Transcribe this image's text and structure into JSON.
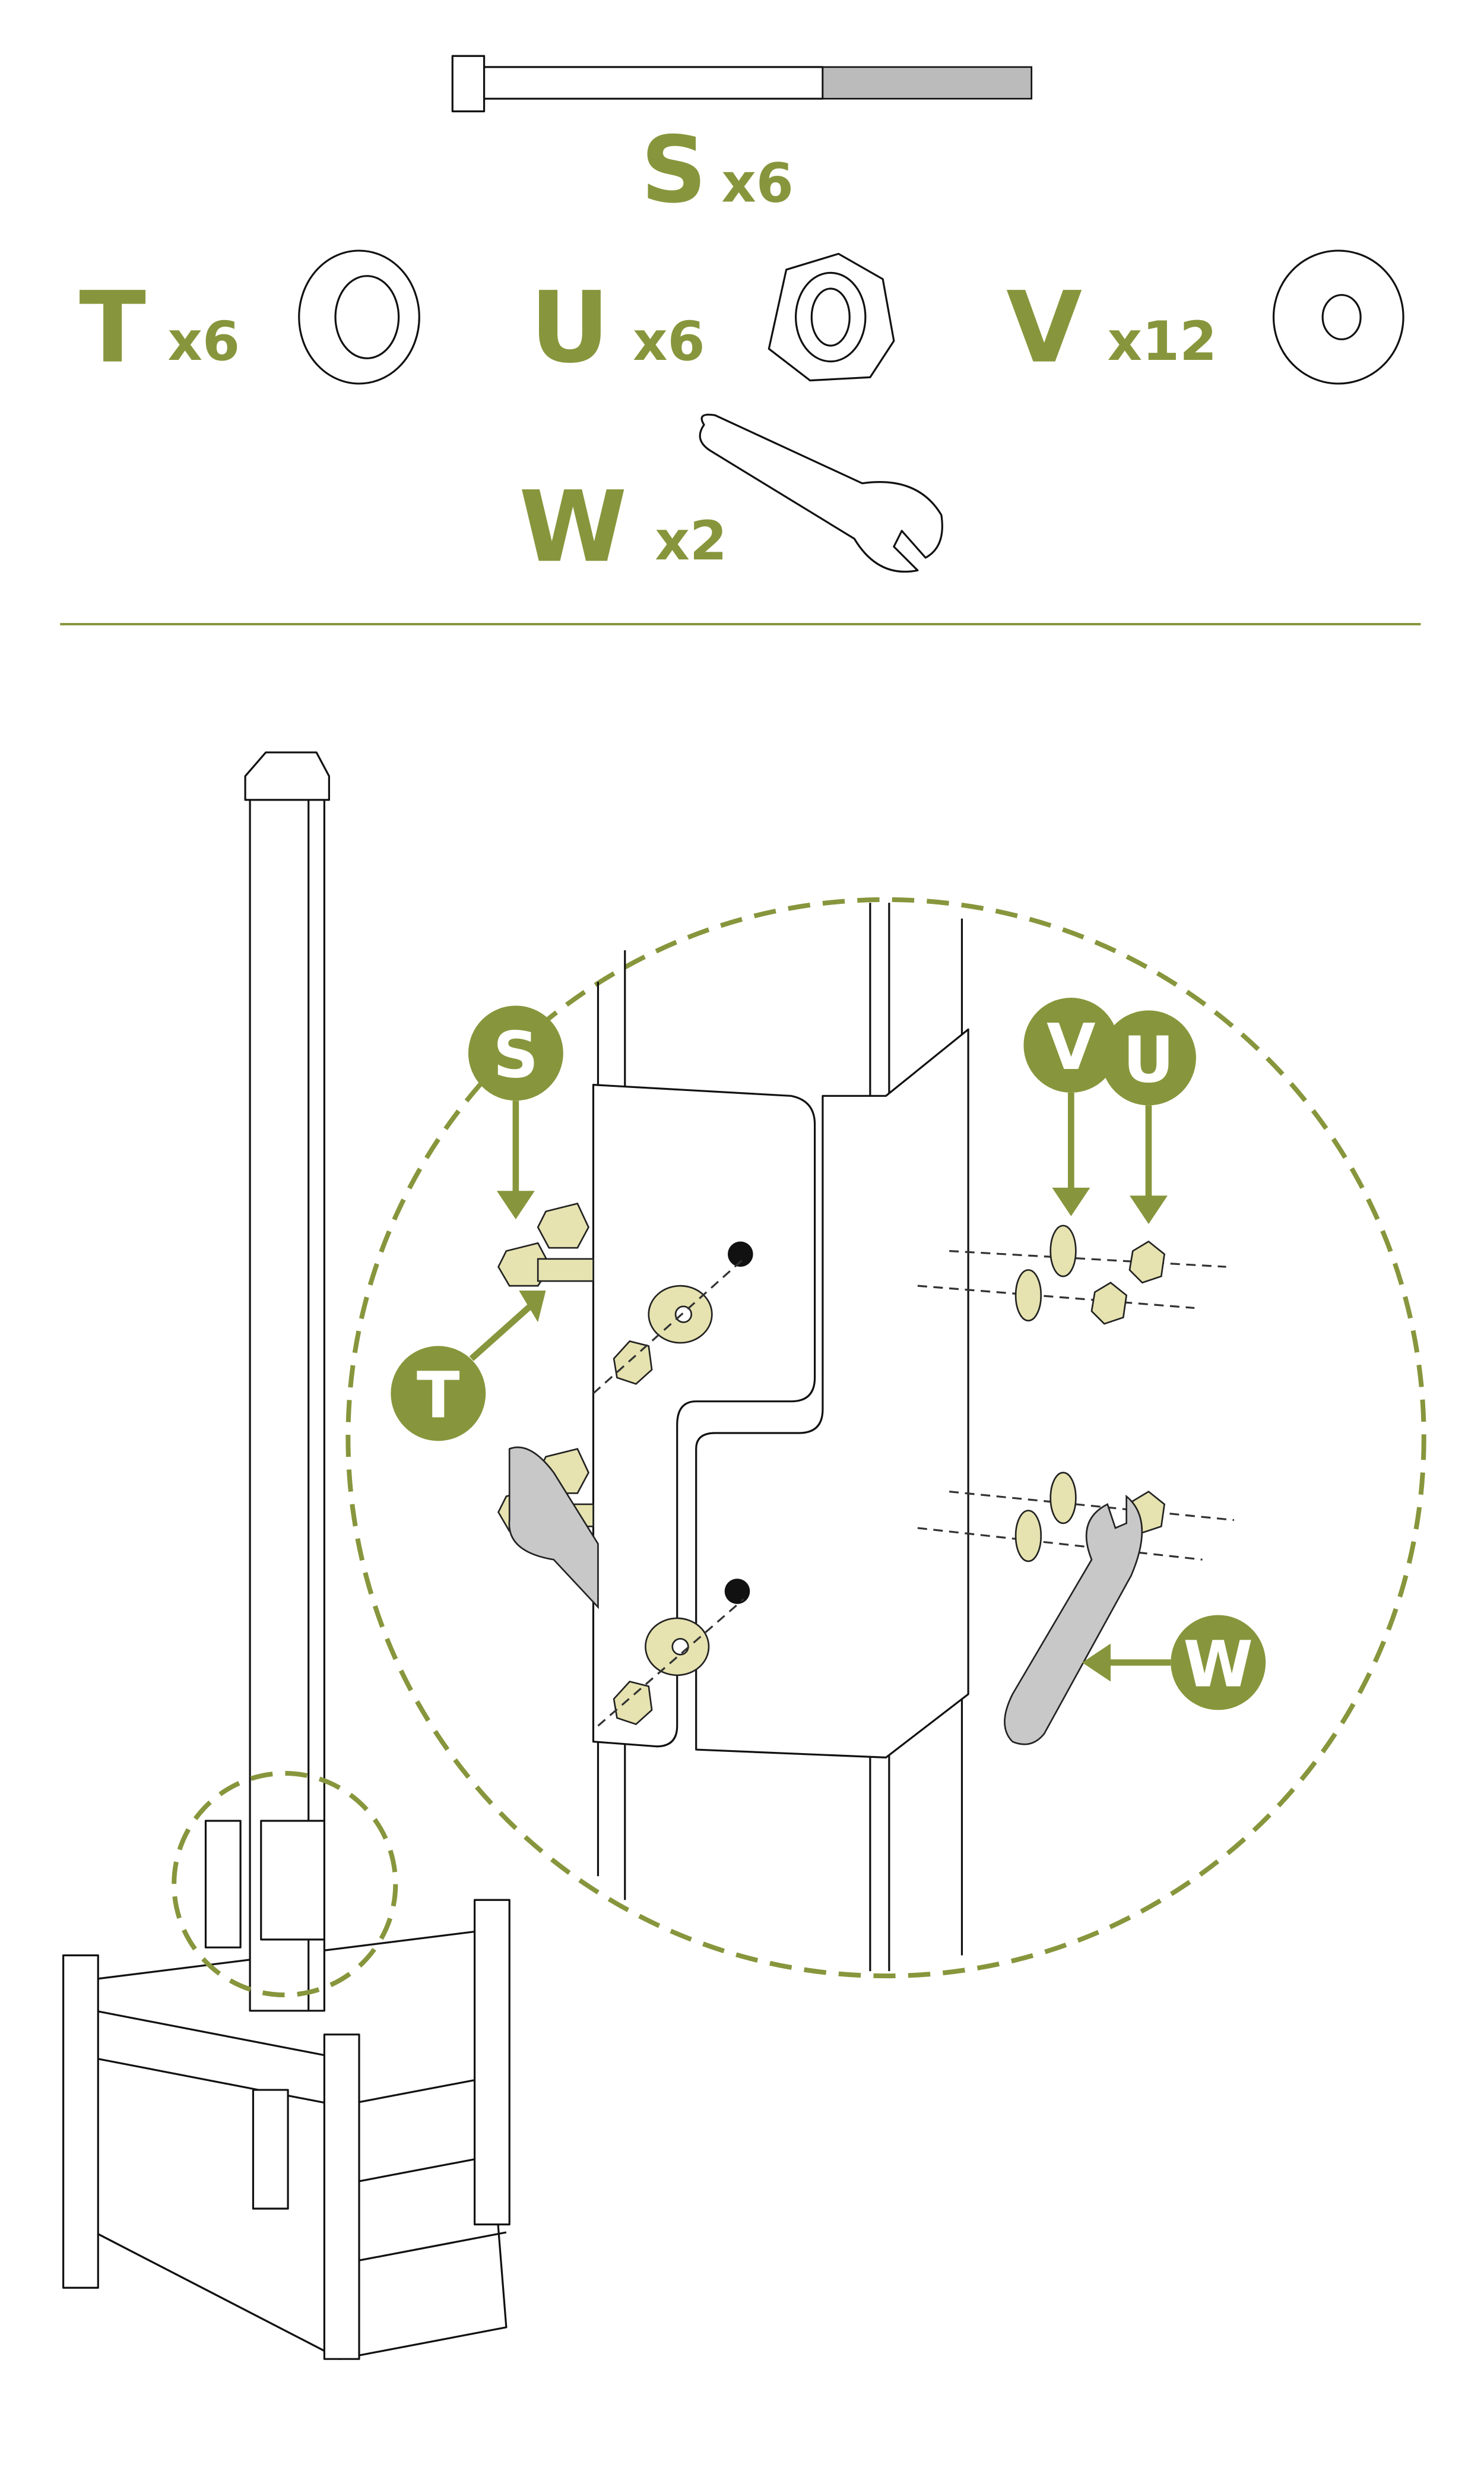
{
  "parts": [
    {
      "letter": "S",
      "qty": "x6",
      "icon": "bolt-icon"
    },
    {
      "letter": "T",
      "qty": "x6",
      "icon": "lock-washer-icon"
    },
    {
      "letter": "U",
      "qty": "x6",
      "icon": "hex-nut-icon"
    },
    {
      "letter": "V",
      "qty": "x12",
      "icon": "flat-washer-icon"
    },
    {
      "letter": "W",
      "qty": "x2",
      "icon": "wrench-icon"
    }
  ],
  "callouts": {
    "s": "S",
    "t": "T",
    "v": "V",
    "u": "U",
    "w": "W"
  },
  "colors": {
    "accent": "#87963c",
    "hardware": "#e6e3b0"
  }
}
